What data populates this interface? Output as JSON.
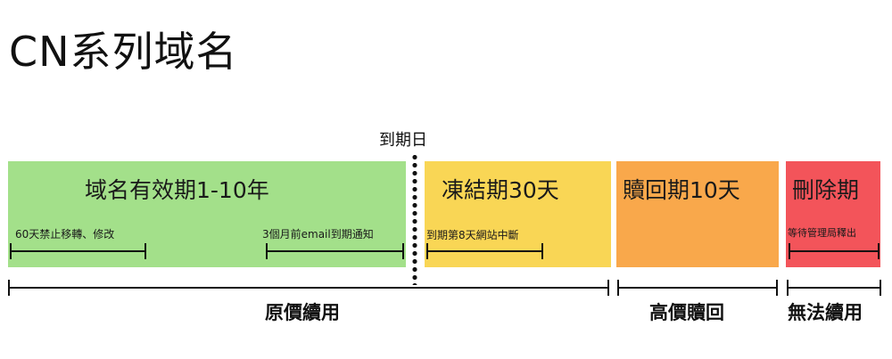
{
  "title": "CN系列域名",
  "expiry_label": "到期日",
  "phases": [
    {
      "name": "域名有效期1-10年",
      "color": "#a3e08a"
    },
    {
      "name": "凍結期30天",
      "color": "#f9d655"
    },
    {
      "name": "贖回期10天",
      "color": "#f9a84b"
    },
    {
      "name": "刪除期",
      "color": "#f3545a"
    }
  ],
  "notes": {
    "green_left": "60天禁止移轉、修改",
    "green_right": "3個月前email到期通知",
    "yellow": "到期第8天網站中斷",
    "red": "等待管理局釋出"
  },
  "renewal": {
    "original": "原價續用",
    "high": "高價贖回",
    "none": "無法續用"
  }
}
